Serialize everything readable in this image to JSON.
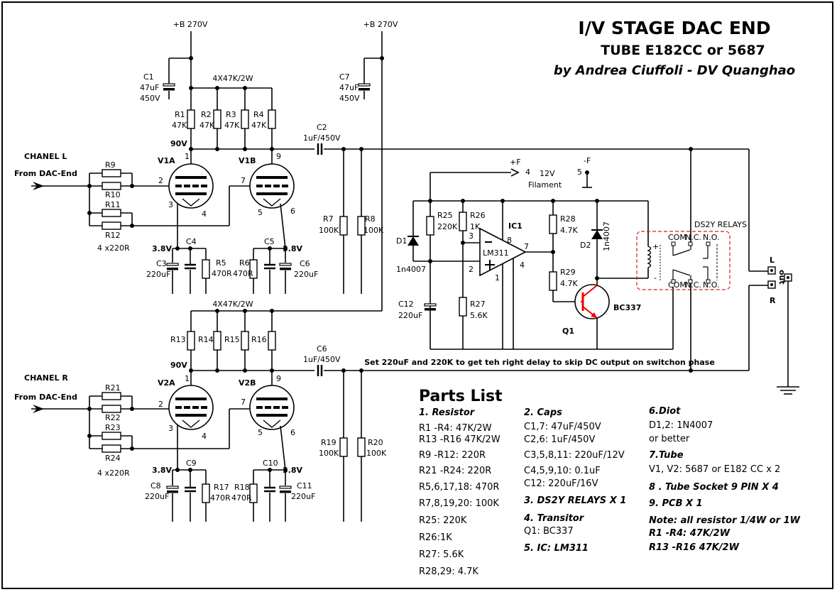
{
  "title": {
    "line1": "I/V STAGE DAC  END",
    "line2": "TUBE E182CC or 5687",
    "line3": "by Andrea Ciuffoli - DV Quanghao"
  },
  "supply": {
    "b_left": "+B 270V",
    "b_right": "+B 270V",
    "plus_f": "+F",
    "plus_f_num": "4",
    "minus_f": "-F",
    "minus_f_num": "5",
    "filament_v": "12V",
    "filament": "Filament"
  },
  "channel_l": {
    "name": "CHANEL L",
    "input": "From DAC-End",
    "c1": "C1",
    "c1_v1": "47uF",
    "c1_v2": "450V",
    "plate_res": "4X47K/2W",
    "r1": "R1",
    "r1_v": "47K",
    "r2": "R2",
    "r2_v": "47K",
    "r3": "R3",
    "r3_v": "47K",
    "r4": "R4",
    "r4_v": "47K",
    "v_plate": "90V",
    "c2": "C2",
    "c2_v": "1uF/450V",
    "tube_a": "V1A",
    "tube_b": "V1B",
    "r9": "R9",
    "r10": "R10",
    "r11": "R11",
    "r12": "R12",
    "r_note": "4 x220R",
    "v_cath_a": "3.8V",
    "v_cath_b": "3.8V",
    "c3": "C3",
    "c3_v": "220uF",
    "c4": "C4",
    "r5": "R5",
    "r5_v": "470R",
    "r6": "R6",
    "r6_v": "470R",
    "c5": "C5",
    "c6": "C6",
    "c6_v": "220uF",
    "r7": "R7",
    "r7_v": "100K",
    "r8": "R8",
    "r8_v": "100K"
  },
  "channel_r": {
    "name": "CHANEL R",
    "input": "From DAC-End",
    "c7": "C7",
    "c7_v1": "47uF",
    "c7_v2": "450V",
    "plate_res": "4X47K/2W",
    "r13": "R13",
    "r14": "R14",
    "r15": "R15",
    "r16": "R16",
    "v_plate": "90V",
    "c6": "C6",
    "c6_v": "1uF/450V",
    "tube_a": "V2A",
    "tube_b": "V2B",
    "r21": "R21",
    "r22": "R22",
    "r23": "R23",
    "r24": "R24",
    "r_note": "4 x220R",
    "v_cath_a": "3.8V",
    "v_cath_b": "3.8V",
    "c8": "C8",
    "c8_v": "220uF",
    "c9": "C9",
    "r17": "R17",
    "r17_v": "470R",
    "r18": "R18",
    "r18_v": "470R",
    "c10": "C10",
    "c11": "C11",
    "c11_v": "220uF",
    "r19": "R19",
    "r19_v": "100K",
    "r20": "R20",
    "r20_v": "100K"
  },
  "pins": {
    "p1": "1",
    "p2": "2",
    "p3": "3",
    "p4": "4",
    "p5": "5",
    "p6": "6",
    "p7": "7",
    "p9": "9"
  },
  "delay": {
    "r25": "R25",
    "r25_v": "220K",
    "r26": "R26",
    "r26_v": "1K",
    "d1": "D1",
    "d1_v": "1n4007",
    "ic1": "IC1",
    "ic1_v": "LM311",
    "ic_p3": "3",
    "ic_p2": "2",
    "ic_p8": "8",
    "ic_p7": "7",
    "ic_p1": "1",
    "ic_p4": "4",
    "c12": "C12",
    "c12_v": "220uF",
    "r27": "R27",
    "r27_v": "5.6K",
    "r28": "R28",
    "r28_v": "4.7K",
    "r29": "R29",
    "r29_v": "4.7K",
    "d2": "D2",
    "d2_v": "1n4007",
    "q1": "Q1",
    "q1_v": "BC337",
    "note": "Set 220uF and 220K to get teh right delay to skip DC output on switchon phase"
  },
  "relay": {
    "label": "DS2Y RELAYS",
    "com": "COM",
    "nc": "N.C.",
    "no": "N.O.",
    "plus": "+",
    "minus": "-",
    "out": "out",
    "l": "L",
    "r": "R"
  },
  "parts": {
    "heading": "Parts List",
    "col1": {
      "h": "1. Resistor",
      "items": [
        "R1 -R4: 47K/2W",
        "R13 -R16 47K/2W",
        "R9 -R12: 220R",
        "R21 -R24: 220R",
        "R5,6,17,18: 470R",
        "R7,8,19,20: 100K",
        "R25: 220K",
        "R26:1K",
        "R27: 5.6K",
        "R28,29: 4.7K"
      ]
    },
    "col2": {
      "h": "2. Caps",
      "items": [
        "C1,7:  47uF/450V",
        "C2,6: 1uF/450V",
        "C3,5,8,11: 220uF/12V",
        "C4,5,9,10:  0.1uF",
        "C12: 220uF/16V"
      ],
      "h3": "3. DS2Y RELAYS X 1",
      "h4": "4. Transitor",
      "q1": "Q1:  BC337",
      "h5": "5. IC: LM311"
    },
    "col3": {
      "h6": "6.Diot",
      "d": "D1,2: 1N4007",
      "d2": "or better",
      "h7": "7.Tube",
      "v": "V1, V2: 5687 or E182 CC x 2",
      "h8": "8 . Tube Socket 9 PIN X 4",
      "h9": "9. PCB X 1",
      "note1": "Note: all resistor 1/4W or 1W",
      "note2": "R1 -R4: 47K/2W",
      "note3": "R13 -R16 47K/2W"
    }
  }
}
